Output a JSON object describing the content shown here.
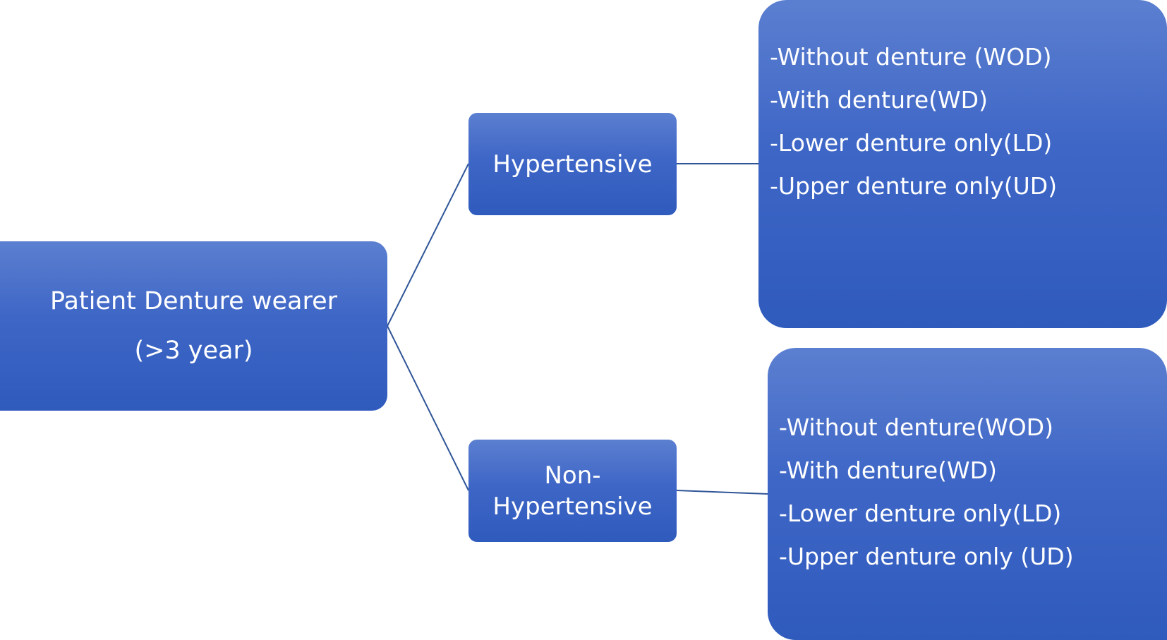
{
  "root": {
    "line1": "Patient Denture wearer",
    "line2": "(>3 year)"
  },
  "branches": {
    "hypertensive": {
      "label": "Hypertensive"
    },
    "non_hypertensive": {
      "line1": "Non-",
      "line2": "Hypertensive"
    }
  },
  "outcomes": {
    "hypertensive_items": [
      "-Without denture (WOD)",
      "-With denture(WD)",
      "-Lower denture only(LD)",
      "-Upper denture only(UD)"
    ],
    "non_hypertensive_items": [
      "-Without denture(WOD)",
      "-With denture(WD)",
      "-Lower denture only(LD)",
      "-Upper denture only (UD)"
    ]
  },
  "colors": {
    "box_top": "#5b7fd0",
    "box_bottom": "#2f5bbd",
    "connector": "#2f5597",
    "text": "#ffffff"
  }
}
